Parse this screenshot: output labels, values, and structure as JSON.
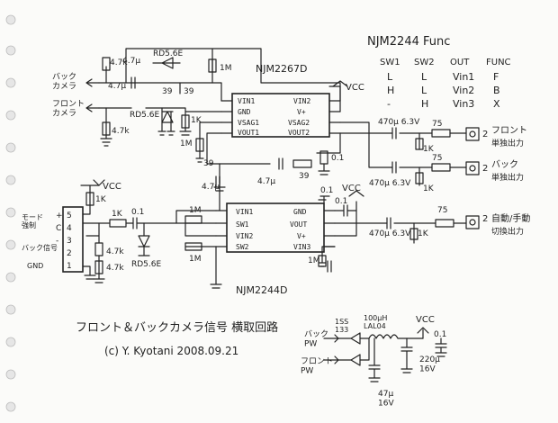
{
  "title": "フロント＆バックカメラ信号 横取回路",
  "credit": "(c) Y. Kyotani  2008.09.21",
  "table": {
    "heading": "NJM2244 Func",
    "columns": [
      "SW1",
      "SW2",
      "OUT",
      "FUNC"
    ],
    "rows": [
      [
        "L",
        "L",
        "Vin1",
        "F"
      ],
      [
        "H",
        "L",
        "Vin2",
        "B"
      ],
      [
        "-",
        "H",
        "Vin3",
        "X"
      ]
    ]
  },
  "ic_top": {
    "name": "NJM2267D",
    "pins_left": [
      "VIN1",
      "GND",
      "VSAG1",
      "VOUT1"
    ],
    "pins_right": [
      "VIN2",
      "V+",
      "VSAG2",
      "VOUT2"
    ]
  },
  "ic_bottom": {
    "name": "NJM2244D",
    "pins_left": [
      "VIN1",
      "SW1",
      "VIN2",
      "SW2"
    ],
    "pins_right": [
      "GND",
      "VOUT",
      "V+",
      "VIN3"
    ]
  },
  "inputs": {
    "back": "バック\nカメラ",
    "front": "フロント\nカメラ"
  },
  "outputs": [
    {
      "num": "2",
      "label": "フロント",
      "sub": "単独出力"
    },
    {
      "num": "2",
      "label": "バック",
      "sub": "単独出力"
    },
    {
      "num": "2",
      "label": "自動/手動",
      "sub": "切換出力"
    }
  ],
  "connector": {
    "pins": [
      "5",
      "4",
      "3",
      "2",
      "1"
    ],
    "signals": [
      "+",
      "C",
      "-",
      "",
      ""
    ],
    "labels": [
      "モード\n強制",
      "バック信号",
      "GND"
    ]
  },
  "power": {
    "vcc_label": "VCC",
    "back_pw": "バック\nPW",
    "front_pw": "フロント\nPW",
    "diode": "1SS\n133",
    "inductor": "100μH\nLAL04",
    "cap_big": "220μ\n16V",
    "cap_small": "47μ\n16V",
    "cap_bypass": "0.1"
  },
  "components": {
    "r_47k_a": "4.7k",
    "r_47u_a": "4.7μ",
    "rd56e_a": "RD5.6E",
    "r_1m_a": "1M",
    "r_39_a": "39",
    "r_39_b": "39",
    "r_47u_b": "4.7μ",
    "rd56e_b": "RD5.6E",
    "r_1k_a": "1K",
    "r_47k_b": "4.7k",
    "r_470u_a": "470μ 6.3V",
    "r_75_a": "75",
    "r_1k_b": "1K",
    "r_470u_b": "470μ 6.3V",
    "r_75_b": "75",
    "r_1k_c": "1K",
    "r_39_c": "39",
    "r_47u_c": "4.7μ",
    "r_1m_b": "1M",
    "r_39_d": "39",
    "r_47u_d": "4.7μ",
    "r_1k_vcc": "1K",
    "r_1k_in": "1K",
    "cap_01_in": "0.1",
    "r_47k_c": "4.7k",
    "r_47k_d": "4.7k",
    "rd56e_c": "RD5.6E",
    "r_1m_c": "1M",
    "r_1m_d": "1M",
    "cap_01_top": "0.1",
    "cap_01_ic": "0.1",
    "r_1m_e": "1M",
    "r_1k_out": "1K",
    "r_470u_c": "470μ 6.3V",
    "r_75_c": "75",
    "cap_01_mid": "0.1"
  }
}
